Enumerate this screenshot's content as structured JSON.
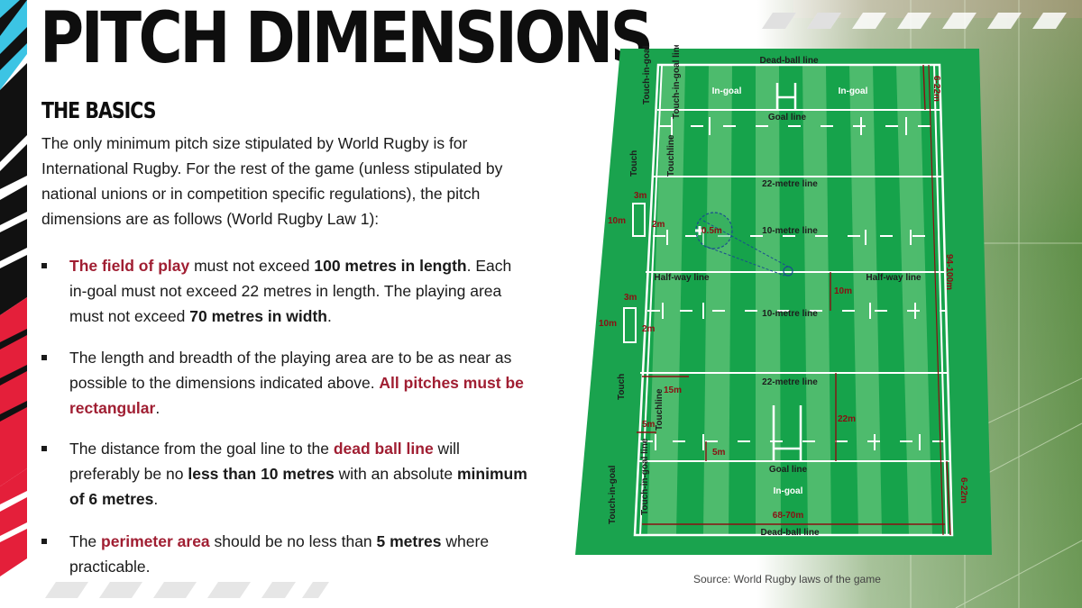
{
  "title": "PITCH DIMENSIONS",
  "subtitle": "THE BASICS",
  "intro": "The only minimum pitch size stipulated by World Rugby is for International Rugby. For the rest of the game (unless stipulated by national unions or in competition specific regulations), the pitch dimensions are as follows (World Rugby Law 1):",
  "bullets": [
    {
      "p1_red": "The field of play",
      "p2": " must not exceed ",
      "p3_bold": "100 metres in length",
      "p4": ". Each in-goal must not exceed 22 metres in length. The playing area must not exceed ",
      "p5_bold": "70 metres in width",
      "p6": "."
    },
    {
      "p1": "The length and breadth of the playing area are to be as near as possible to the dimensions indicated above. ",
      "p2_red": "All pitches must be rectangular",
      "p3": "."
    },
    {
      "p1": "The distance from the goal line to the ",
      "p2_red": "dead ball line",
      "p3": " will preferably be no ",
      "p4_bold": "less than 10 metres",
      "p5": " with an absolute ",
      "p6_bold": "minimum of 6 metres",
      "p7": "."
    },
    {
      "p1": "The ",
      "p2_red": "perimeter area",
      "p3": " should be no less than ",
      "p4_bold": "5 metres",
      "p5": " where practicable."
    }
  ],
  "diagram": {
    "dead_ball_line_top": "Dead-ball line",
    "dead_ball_line_bottom": "Dead-ball line",
    "in_goal_left": "In-goal",
    "in_goal_right": "In-goal",
    "in_goal_bottom": "In-goal",
    "goal_line_top": "Goal line",
    "goal_line_bottom": "Goal line",
    "line_22_top": "22-metre line",
    "line_22_bottom": "22-metre line",
    "line_10_top": "10-metre line",
    "line_10_bottom": "10-metre line",
    "half_way_left": "Half-way line",
    "half_way_right": "Half-way line",
    "touch_in_goal_top": "Touch-in-goal line",
    "touch_in_goal_top_outer": "Touch-in-goal",
    "touch_in_goal_bottom": "Touch-in-goal line",
    "touch_in_goal_bottom_outer": "Touch-in-goal",
    "touchline_top": "Touchline",
    "touch_top": "Touch",
    "touchline_bottom": "Touchline",
    "touch_bottom": "Touch",
    "dim_6_22_top": "6-22m",
    "dim_6_22_bottom": "6-22m",
    "dim_length": "94-100m",
    "dim_width": "68-70m",
    "dim_22m": "22m",
    "dim_15m": "15m",
    "dim_10m_center": "10m",
    "dim_5m_a": "5m",
    "dim_5m_b": "5m",
    "dim_0_5m": "0.5m",
    "dim_3m_a": "3m",
    "dim_3m_b": "3m",
    "dim_10m_a": "10m",
    "dim_10m_b": "10m",
    "dim_2m_a": "2m",
    "dim_2m_b": "2m",
    "pitch_green": "#14a04a",
    "stripe_light": "#6fc47f",
    "accent_red": "#a01e32"
  },
  "source": "Source: World Rugby laws of the game"
}
